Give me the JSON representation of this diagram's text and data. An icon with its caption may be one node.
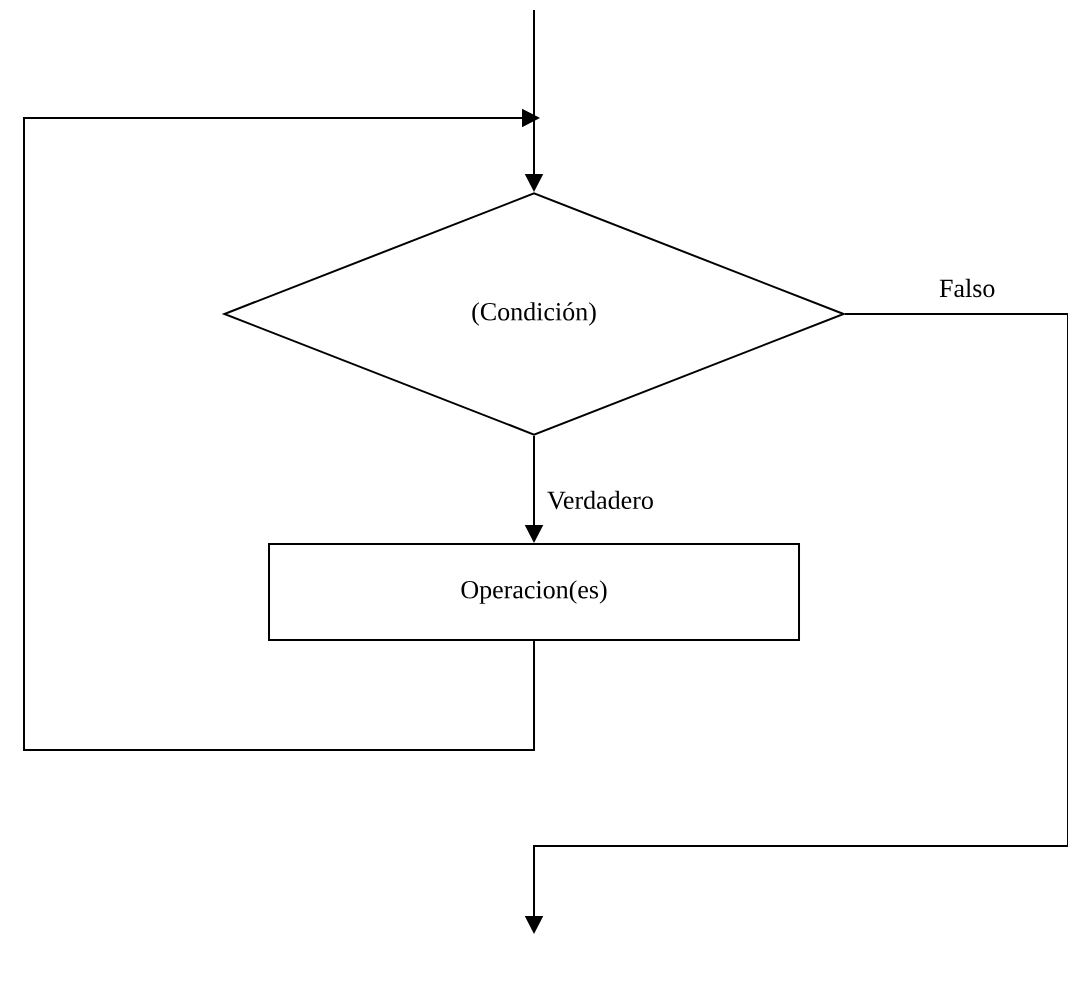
{
  "diagram": {
    "nodes": [
      {
        "text": [
          "(Condición)"
        ]
      },
      {
        "text": [
          "Operacion(es)"
        ]
      }
    ],
    "edges": [
      {
        "from": null,
        "to": 0,
        "arrow": "to"
      },
      {
        "from": 0,
        "to": 1,
        "arrow": "to",
        "label": "Verdadero"
      },
      {
        "from": 1,
        "to": 0,
        "arrow": "to"
      },
      {
        "from": 0,
        "to": null,
        "arrow": "to",
        "label": "Falso"
      }
    ]
  }
}
